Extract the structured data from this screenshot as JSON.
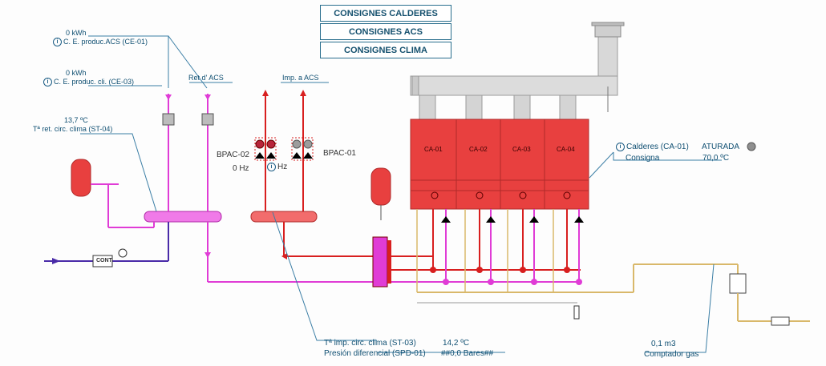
{
  "buttons": {
    "calderes": "CONSIGNES CALDERES",
    "acs": "CONSIGNES ACS",
    "clima": "CONSIGNES CLIMA"
  },
  "meters": {
    "acs": {
      "value": "0 kWh",
      "label": "C. E. produc.ACS (CE-01)"
    },
    "cli": {
      "value": "0 kWh",
      "label": "C. E. produc. cli. (CE-03)"
    }
  },
  "sensors": {
    "ret_clima": {
      "value": "13,7 ºC",
      "label": "Tª ret. circ. clima (ST-04)"
    },
    "imp_clima": {
      "label": "Tª imp. circ. clima (ST-03)",
      "value": "14,2 ºC"
    },
    "presion": {
      "label": "Presión diferencial (SPD-01)",
      "value": "##0,0 Bares##"
    }
  },
  "pipes": {
    "ret_acs": "Ret d' ACS",
    "imp_acs": "Imp. a ACS"
  },
  "pumps": {
    "bpac02": {
      "name": "BPAC-02",
      "freq": "0 Hz",
      "freq2": "Hz"
    },
    "bpac01": {
      "name": "BPAC-01"
    }
  },
  "boilers": [
    "CA-01",
    "CA-02",
    "CA-03",
    "CA-04"
  ],
  "calderes": {
    "label": "Calderes (CA-01)",
    "status": "ATURADA",
    "consigna_label": "Consigna",
    "consigna_value": "70,0 ºC"
  },
  "gas": {
    "value": "0,1 m3",
    "label": "Comptador gas"
  },
  "cont_label": "CONT",
  "colors": {
    "magenta": "#e03cd6",
    "red": "#d81f1f",
    "boiler": "#e8403f",
    "purple": "#4a2ba8",
    "gas": "#d9b86a"
  }
}
